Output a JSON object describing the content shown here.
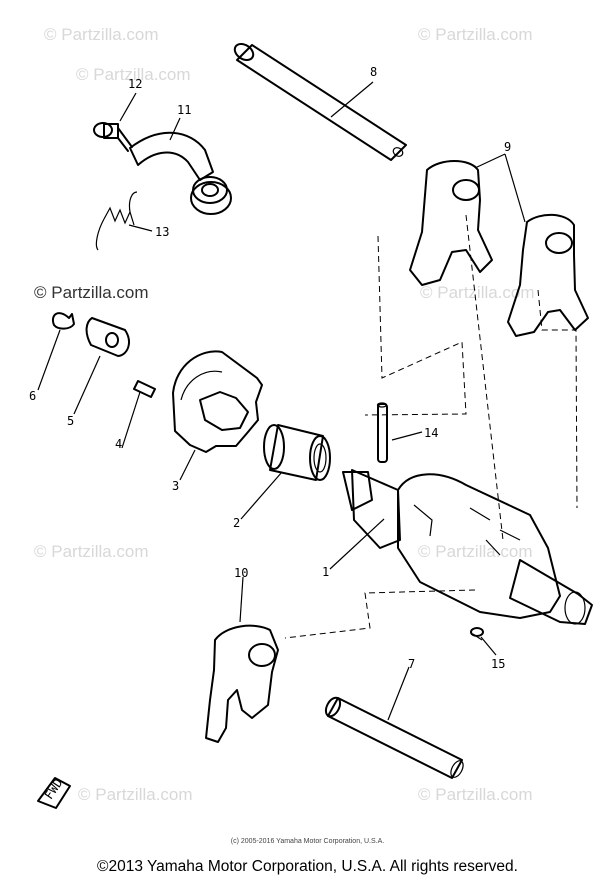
{
  "watermark": "© Partzilla.com",
  "small_copyright": "(c) 2005-2016 Yamaha Motor Corporation, U.S.A.",
  "footer_copyright": "©2013 Yamaha Motor Corporation, U.S.A. All rights reserved.",
  "callouts": {
    "c1": "1",
    "c2": "2",
    "c3": "3",
    "c4": "4",
    "c5": "5",
    "c6": "6",
    "c7": "7",
    "c8": "8",
    "c9": "9",
    "c10": "10",
    "c11": "11",
    "c12": "12",
    "c13": "13",
    "c14": "14",
    "c15": "15"
  },
  "front_marker": "FWD"
}
